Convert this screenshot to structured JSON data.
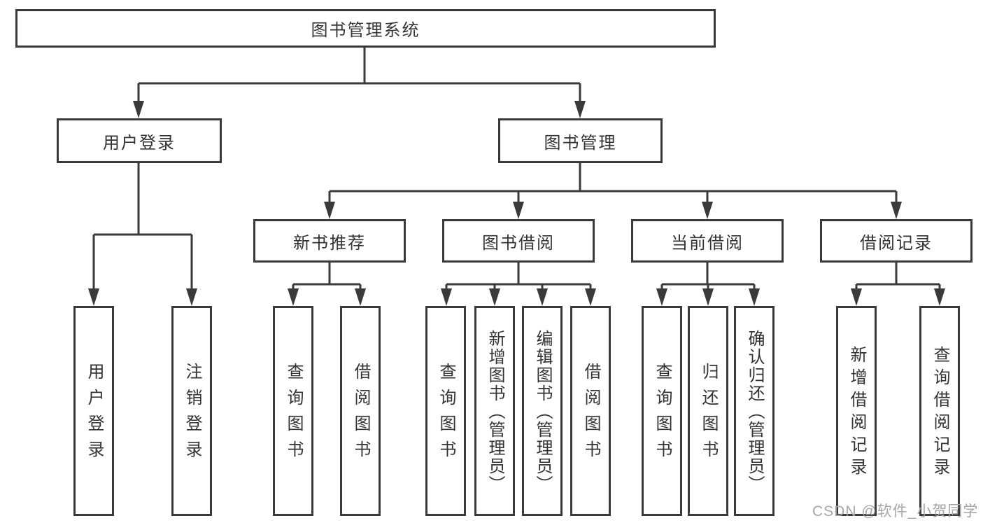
{
  "diagram": {
    "root": "图书管理系统",
    "userLogin": {
      "label": "用户登录",
      "children": [
        "用户登录",
        "注销登录"
      ]
    },
    "bookManagement": {
      "label": "图书管理",
      "sections": [
        {
          "label": "新书推荐",
          "children": [
            "查询图书",
            "借阅图书"
          ]
        },
        {
          "label": "图书借阅",
          "children": [
            "查询图书",
            "新增图书（管理员）",
            "编辑图书（管理员）",
            "借阅图书"
          ]
        },
        {
          "label": "当前借阅",
          "children": [
            "查询图书",
            "归还图书",
            "确认归还（管理员）"
          ]
        },
        {
          "label": "借阅记录",
          "children": [
            "新增借阅记录",
            "查询借阅记录"
          ]
        }
      ]
    },
    "colors": {
      "line": "#3a3a3a",
      "text": "#333333",
      "box_background": "#ffffff",
      "watermark": "#a6a6a6"
    }
  },
  "watermark": "CSDN @软件_小贺同学"
}
